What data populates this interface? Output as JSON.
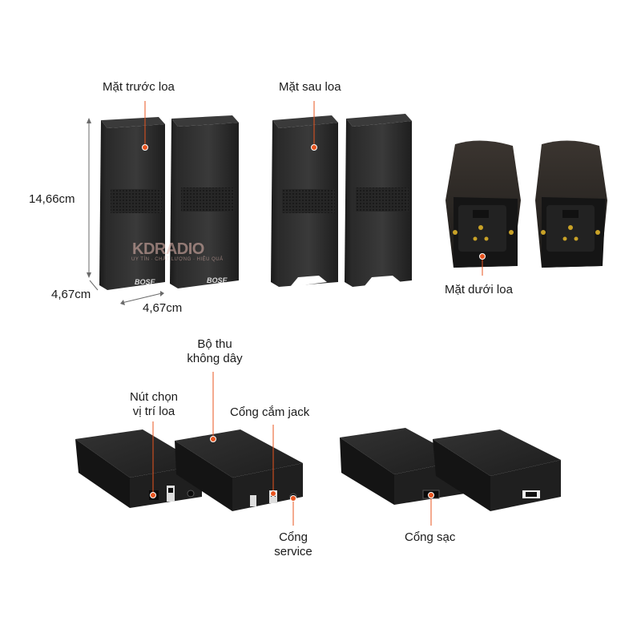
{
  "labels": {
    "front": "Mặt trước loa",
    "back": "Mặt sau loa",
    "height": "14,66cm",
    "depth": "4,67cm",
    "width": "4,67cm",
    "bottom": "Mặt dưới loa",
    "receiver_line1": "Bộ thu",
    "receiver_line2": "không dây",
    "position_button_line1": "Nút chọn",
    "position_button_line2": "vị trí loa",
    "jack_port": "Cổng cắm jack",
    "service_line1": "Cổng",
    "service_line2": "service",
    "charging_port": "Cổng sạc"
  },
  "watermark": {
    "brand": "KDRADIO",
    "tagline": "UY TÍN · CHẤT LƯỢNG · HIỆU QUẢ"
  },
  "speaker_brand": "BOSE",
  "colors": {
    "marker": "#e8541f",
    "device_dark": "#1c1c1c",
    "device_mid": "#2e2e2e",
    "device_light": "#4a4a4a",
    "dimension_line": "#6a6a6a"
  }
}
